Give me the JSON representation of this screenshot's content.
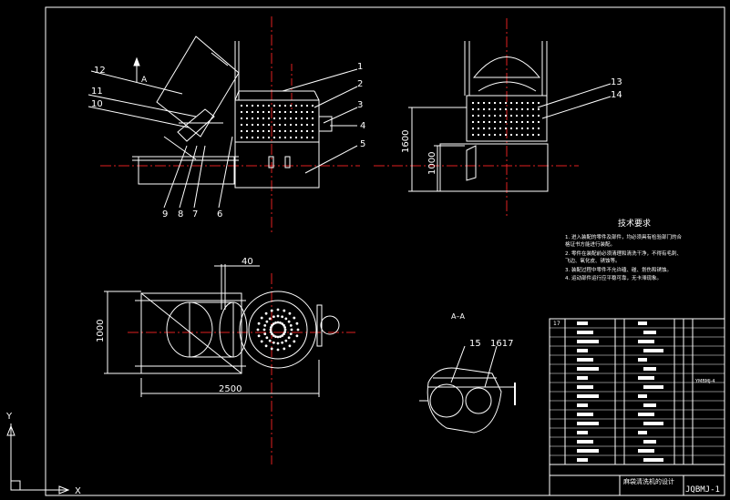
{
  "drawing": {
    "part_numbers_front": [
      "1",
      "2",
      "3",
      "4",
      "5"
    ],
    "part_numbers_left": [
      "12",
      "11",
      "10"
    ],
    "part_numbers_bottom": [
      "9",
      "8",
      "7",
      "6"
    ],
    "part_numbers_side": [
      "13",
      "14"
    ],
    "part_numbers_section": [
      "15",
      "1617"
    ],
    "dimensions": {
      "height_total": "1600",
      "height_lower": "1000",
      "width_plan": "2500",
      "depth_plan": "1000",
      "offset": "40"
    },
    "view_marker": "A",
    "section_label": "A–A"
  },
  "tech_requirements": {
    "title": "技术要求",
    "lines": [
      "1. 进入装配的零件及部件，均必须具有检验部门的合",
      "格证书方能进行装配。",
      "2. 零件在装配前必须清理和清洗干净，不得有毛刺、",
      "飞边、氧化皮、锈蚀等。",
      "3. 装配过程中零件不允许磕、碰、划伤和锈蚀。",
      "4. 运动部件运行应平稳可靠，无卡滞现象。"
    ]
  },
  "title_block": {
    "top_row_number": "17",
    "project_title": "麻袋清洗机的设计",
    "drawing_code": "JQBMJ-1",
    "part_code": "YMBMJ-4"
  },
  "ucs": {
    "x_label": "X",
    "y_label": "Y"
  }
}
